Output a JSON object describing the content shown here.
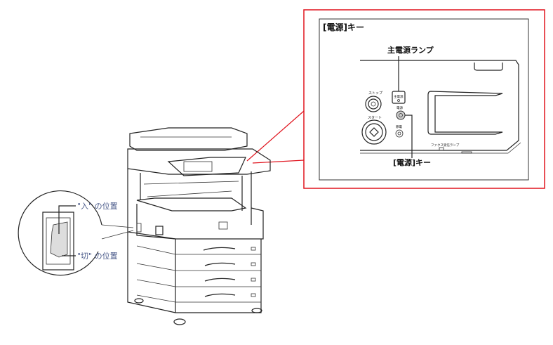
{
  "callout": {
    "title": "[電源]キー",
    "main_power_lamp": "主電源ランプ",
    "power_key": "[電源]キー",
    "border_color": "#e0141e"
  },
  "panel_labels": {
    "stop": "ストップ",
    "start": "スタート",
    "main_power": "主電源",
    "power": "電源",
    "energy_save": "節電",
    "fax_lamp": "ファクス受信ランプ"
  },
  "switch_detail": {
    "on_position": "\"入\" の位置",
    "off_position": "\"切\" の位置"
  }
}
